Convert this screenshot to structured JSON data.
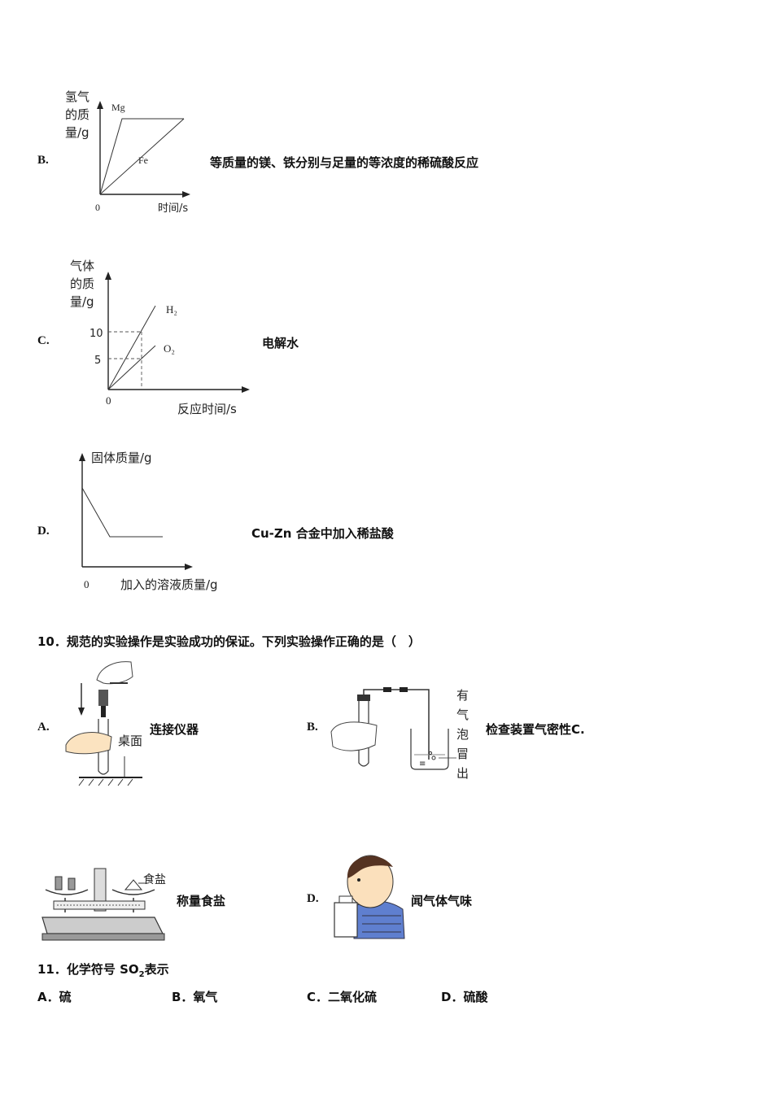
{
  "option_b": {
    "letter": "B.",
    "caption": "等质量的镁、铁分别与足量的等浓度的稀硫酸反应",
    "graph": {
      "ylabel_lines": [
        "氢气",
        "的质",
        "量/g"
      ],
      "xlabel": "时间/s",
      "origin": "0",
      "series": [
        "Mg",
        "Fe"
      ]
    }
  },
  "option_c": {
    "letter": "C.",
    "caption": "电解水",
    "graph": {
      "ylabel_lines": [
        "气体",
        "的质",
        "量/g"
      ],
      "xlabel": "反应时间/s",
      "origin": "0",
      "ticks": [
        "10",
        "5"
      ],
      "series": [
        "H₂",
        "O₂"
      ]
    }
  },
  "option_d": {
    "letter": "D.",
    "caption": "Cu-Zn 合金中加入稀盐酸",
    "graph": {
      "ylabel": "固体质量/g",
      "xlabel": "加入的溶液质量/g",
      "origin": "0"
    }
  },
  "q10": {
    "text": "10．规范的实验操作是实验成功的保证。下列实验操作正确的是（　）",
    "a_letter": "A.",
    "a_caption": "连接仪器",
    "a_img_label": "桌面",
    "b_letter": "B.",
    "b_caption": "检查装置气密性C.",
    "b_img_label": [
      "有",
      "气",
      "泡",
      "冒",
      "出"
    ],
    "c_caption": "称量食盐",
    "c_img_label": "食盐",
    "d_letter": "D.",
    "d_caption": "闻气体气味"
  },
  "q11": {
    "text_prefix": "11．化学符号 SO",
    "text_sub": "2",
    "text_suffix": "表示",
    "options": [
      "A．硫",
      "B．氧气",
      "C．二氧化硫",
      "D．硫酸"
    ]
  }
}
